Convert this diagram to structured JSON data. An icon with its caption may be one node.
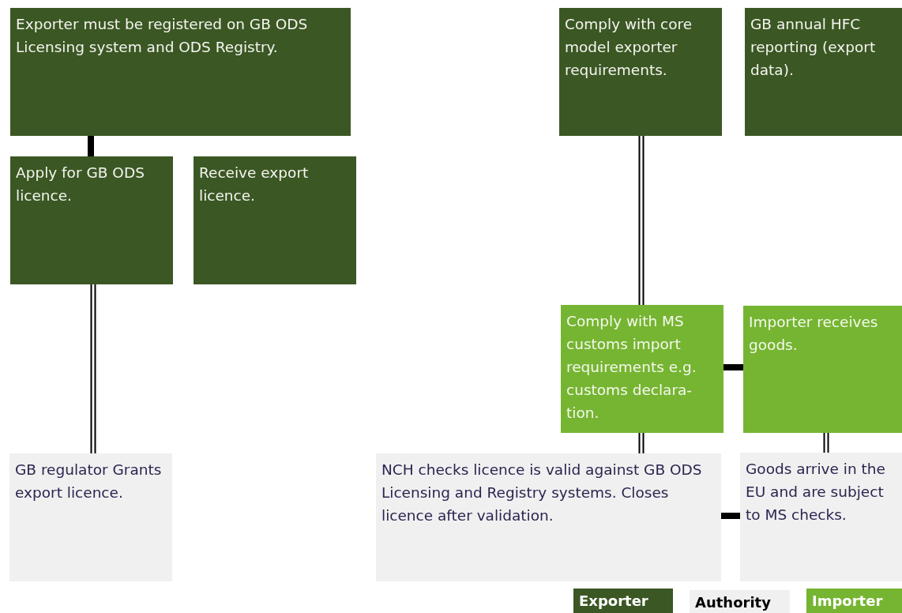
{
  "diagram": {
    "nodes": [
      {
        "text": [
          "Exporter must be registered on GB ODS Licensing  system and ODS Registry."
        ]
      },
      {
        "text": [
          "Apply for GB ODS licence."
        ]
      },
      {
        "text": [
          "Receive export licence."
        ]
      },
      {
        "text": [
          "GB regulator Grants export licence."
        ]
      },
      {
        "text": [
          "Comply with core model exporter requirements."
        ]
      },
      {
        "text": [
          "GB annual HFC reporting (export data)."
        ]
      },
      {
        "text": [
          "Comply with MS customs import requirements e.g. customs declara-tion."
        ]
      },
      {
        "text": [
          "Importer receives goods."
        ]
      },
      {
        "text": [
          "NCH checks licence is valid against GB ODS Licensing and Registry systems. Closes licence after validation."
        ]
      },
      {
        "text": [
          "Goods arrive in the EU and are subject to MS checks."
        ]
      }
    ],
    "edges": [
      {
        "from": 0,
        "to": 1,
        "arrow": "none",
        "style": "thick"
      },
      {
        "from": 1,
        "to": 3,
        "arrow": "none"
      },
      {
        "from": 4,
        "to": 6,
        "arrow": "none"
      },
      {
        "from": 6,
        "to": 7,
        "arrow": "none",
        "style": "thick"
      },
      {
        "from": 6,
        "to": 8,
        "arrow": "none"
      },
      {
        "from": 7,
        "to": 9,
        "arrow": "none"
      },
      {
        "from": 8,
        "to": 9,
        "arrow": "none",
        "style": "thick"
      }
    ],
    "legend": [
      {
        "text": "Exporter",
        "color": "#3b5723"
      },
      {
        "text": "Authority",
        "color": "#f0f0f0"
      },
      {
        "text": "Importer",
        "color": "#76b531"
      }
    ]
  }
}
